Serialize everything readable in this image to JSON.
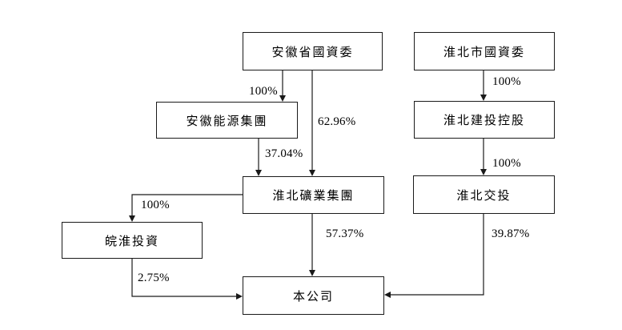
{
  "diagram": {
    "title": "ownership-structure-chart",
    "nodes": [
      {
        "id": "anhui-sasac",
        "label": "安徽省國資委"
      },
      {
        "id": "huaibei-sasac",
        "label": "淮北市國資委"
      },
      {
        "id": "anhui-energy-group",
        "label": "安徽能源集團"
      },
      {
        "id": "huaibei-jiantou-holding",
        "label": "淮北建投控股"
      },
      {
        "id": "huaibei-mining-group",
        "label": "淮北礦業集團"
      },
      {
        "id": "huaibei-jiaotou",
        "label": "淮北交投"
      },
      {
        "id": "wanhuai-investment",
        "label": "皖淮投資"
      },
      {
        "id": "the-company",
        "label": "本公司"
      }
    ],
    "edges": [
      {
        "from": "安徽省國資委",
        "to": "安徽能源集團",
        "label": "100%"
      },
      {
        "from": "安徽省國資委",
        "to": "淮北礦業集團",
        "label": "62.96%"
      },
      {
        "from": "安徽能源集團",
        "to": "淮北礦業集團",
        "label": "37.04%"
      },
      {
        "from": "淮北市國資委",
        "to": "淮北建投控股",
        "label": "100%"
      },
      {
        "from": "淮北建投控股",
        "to": "淮北交投",
        "label": "100%"
      },
      {
        "from": "淮北礦業集團",
        "to": "皖淮投資",
        "label": "100%"
      },
      {
        "from": "淮北礦業集團",
        "to": "本公司",
        "label": "57.37%"
      },
      {
        "from": "皖淮投資",
        "to": "本公司",
        "label": "2.75%"
      },
      {
        "from": "淮北交投",
        "to": "本公司",
        "label": "39.87%"
      }
    ],
    "colors": {
      "line": "#1a1a1a",
      "background": "#ffffff",
      "text": "#000000"
    }
  }
}
